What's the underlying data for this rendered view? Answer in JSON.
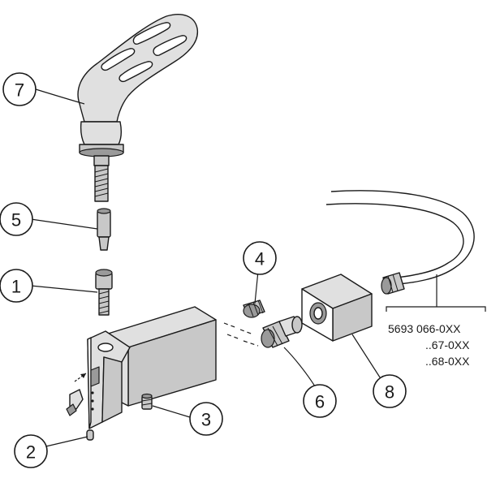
{
  "callouts": [
    {
      "id": "1",
      "label": "1"
    },
    {
      "id": "2",
      "label": "2"
    },
    {
      "id": "3",
      "label": "3"
    },
    {
      "id": "4",
      "label": "4"
    },
    {
      "id": "5",
      "label": "5"
    },
    {
      "id": "6",
      "label": "6"
    },
    {
      "id": "7",
      "label": "7"
    },
    {
      "id": "8",
      "label": "8"
    }
  ],
  "order_codes": [
    "5693 066-0XX",
    "..67-0XX",
    "..68-0XX"
  ]
}
